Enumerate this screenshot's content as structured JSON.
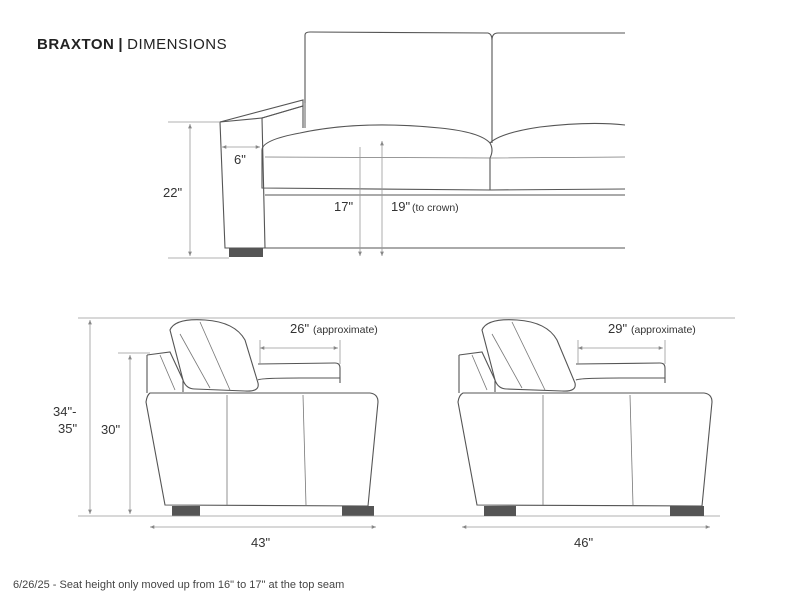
{
  "header": {
    "brand": "BRAXTON",
    "separator": "|",
    "subtitle": "DIMENSIONS"
  },
  "front_view": {
    "arm_width": "6\"",
    "total_height": "22\"",
    "seat_height": "17\"",
    "seat_crown_height": "19\"",
    "seat_crown_note": "(to crown)"
  },
  "side_view_small": {
    "seat_depth": "26\"",
    "seat_depth_note": "(approximate)",
    "back_height_line1": "34\"-",
    "back_height_line2": "35\"",
    "arm_height": "30\"",
    "overall_depth": "43\""
  },
  "side_view_large": {
    "seat_depth": "29\"",
    "seat_depth_note": "(approximate)",
    "overall_depth": "46\""
  },
  "footnote": "6/26/25 - Seat height only moved up from 16\" to 17\" at the top seam"
}
